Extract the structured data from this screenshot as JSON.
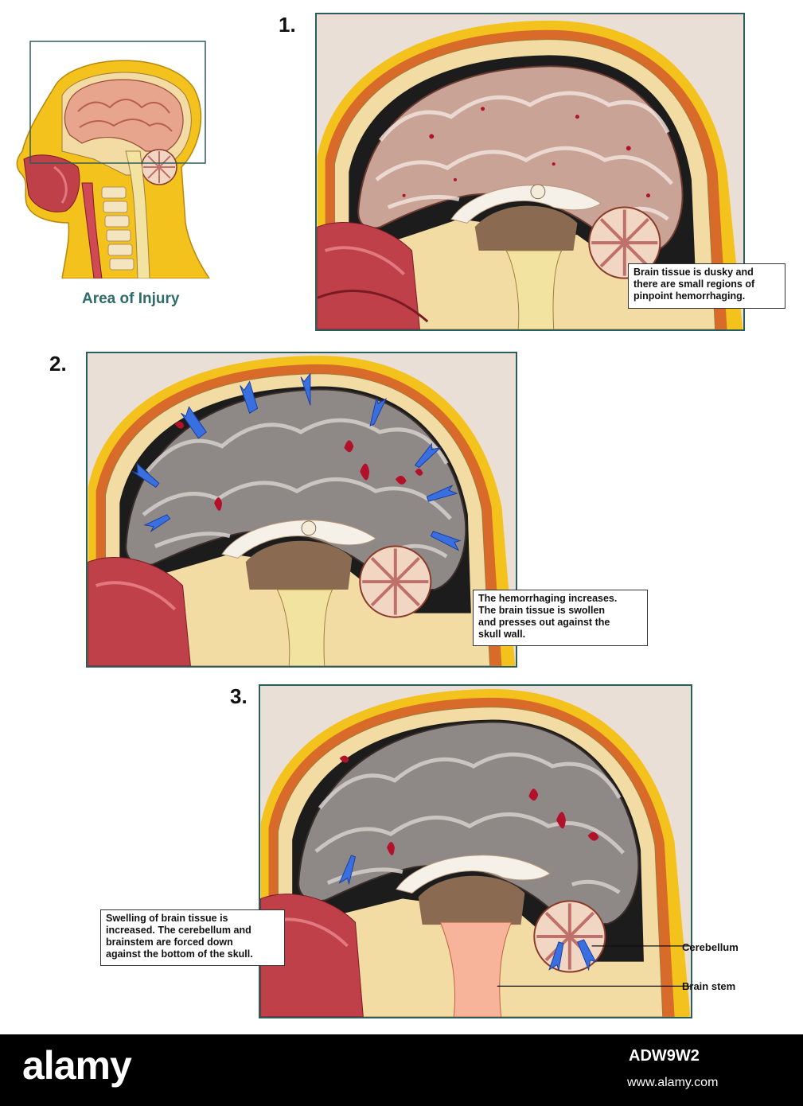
{
  "overview": {
    "label": "Area of Injury"
  },
  "steps": [
    {
      "number": "1.",
      "callout": "Brain tissue is dusky and\nthere are small regions of\npinpoint hemorrhaging."
    },
    {
      "number": "2.",
      "callout": "The hemorrhaging increases.\nThe brain tissue is swollen\nand presses out against the\nskull wall."
    },
    {
      "number": "3.",
      "callout": "Swelling of brain tissue is\nincreased. The cerebellum and\nbrainstem are forced down\nagainst the bottom of the skull.",
      "labels": {
        "cerebellum": "Cerebellum",
        "brain_stem": "Brain stem"
      }
    }
  ],
  "footer": {
    "brand": "alamy",
    "image_id": "ADW9W2",
    "url": "www.alamy.com"
  },
  "colors": {
    "panel_border": "#2b5d5a",
    "healthy_brain": "#e8b4a0",
    "dusky_brain": "#a89c98",
    "swollen_brain": "#8e8886",
    "hemorrhage": "#b3102a",
    "arrow": "#3a6fe0",
    "skull": "#f2dca4",
    "scalp_yellow": "#f4c21c",
    "muscle": "#c0404a"
  }
}
